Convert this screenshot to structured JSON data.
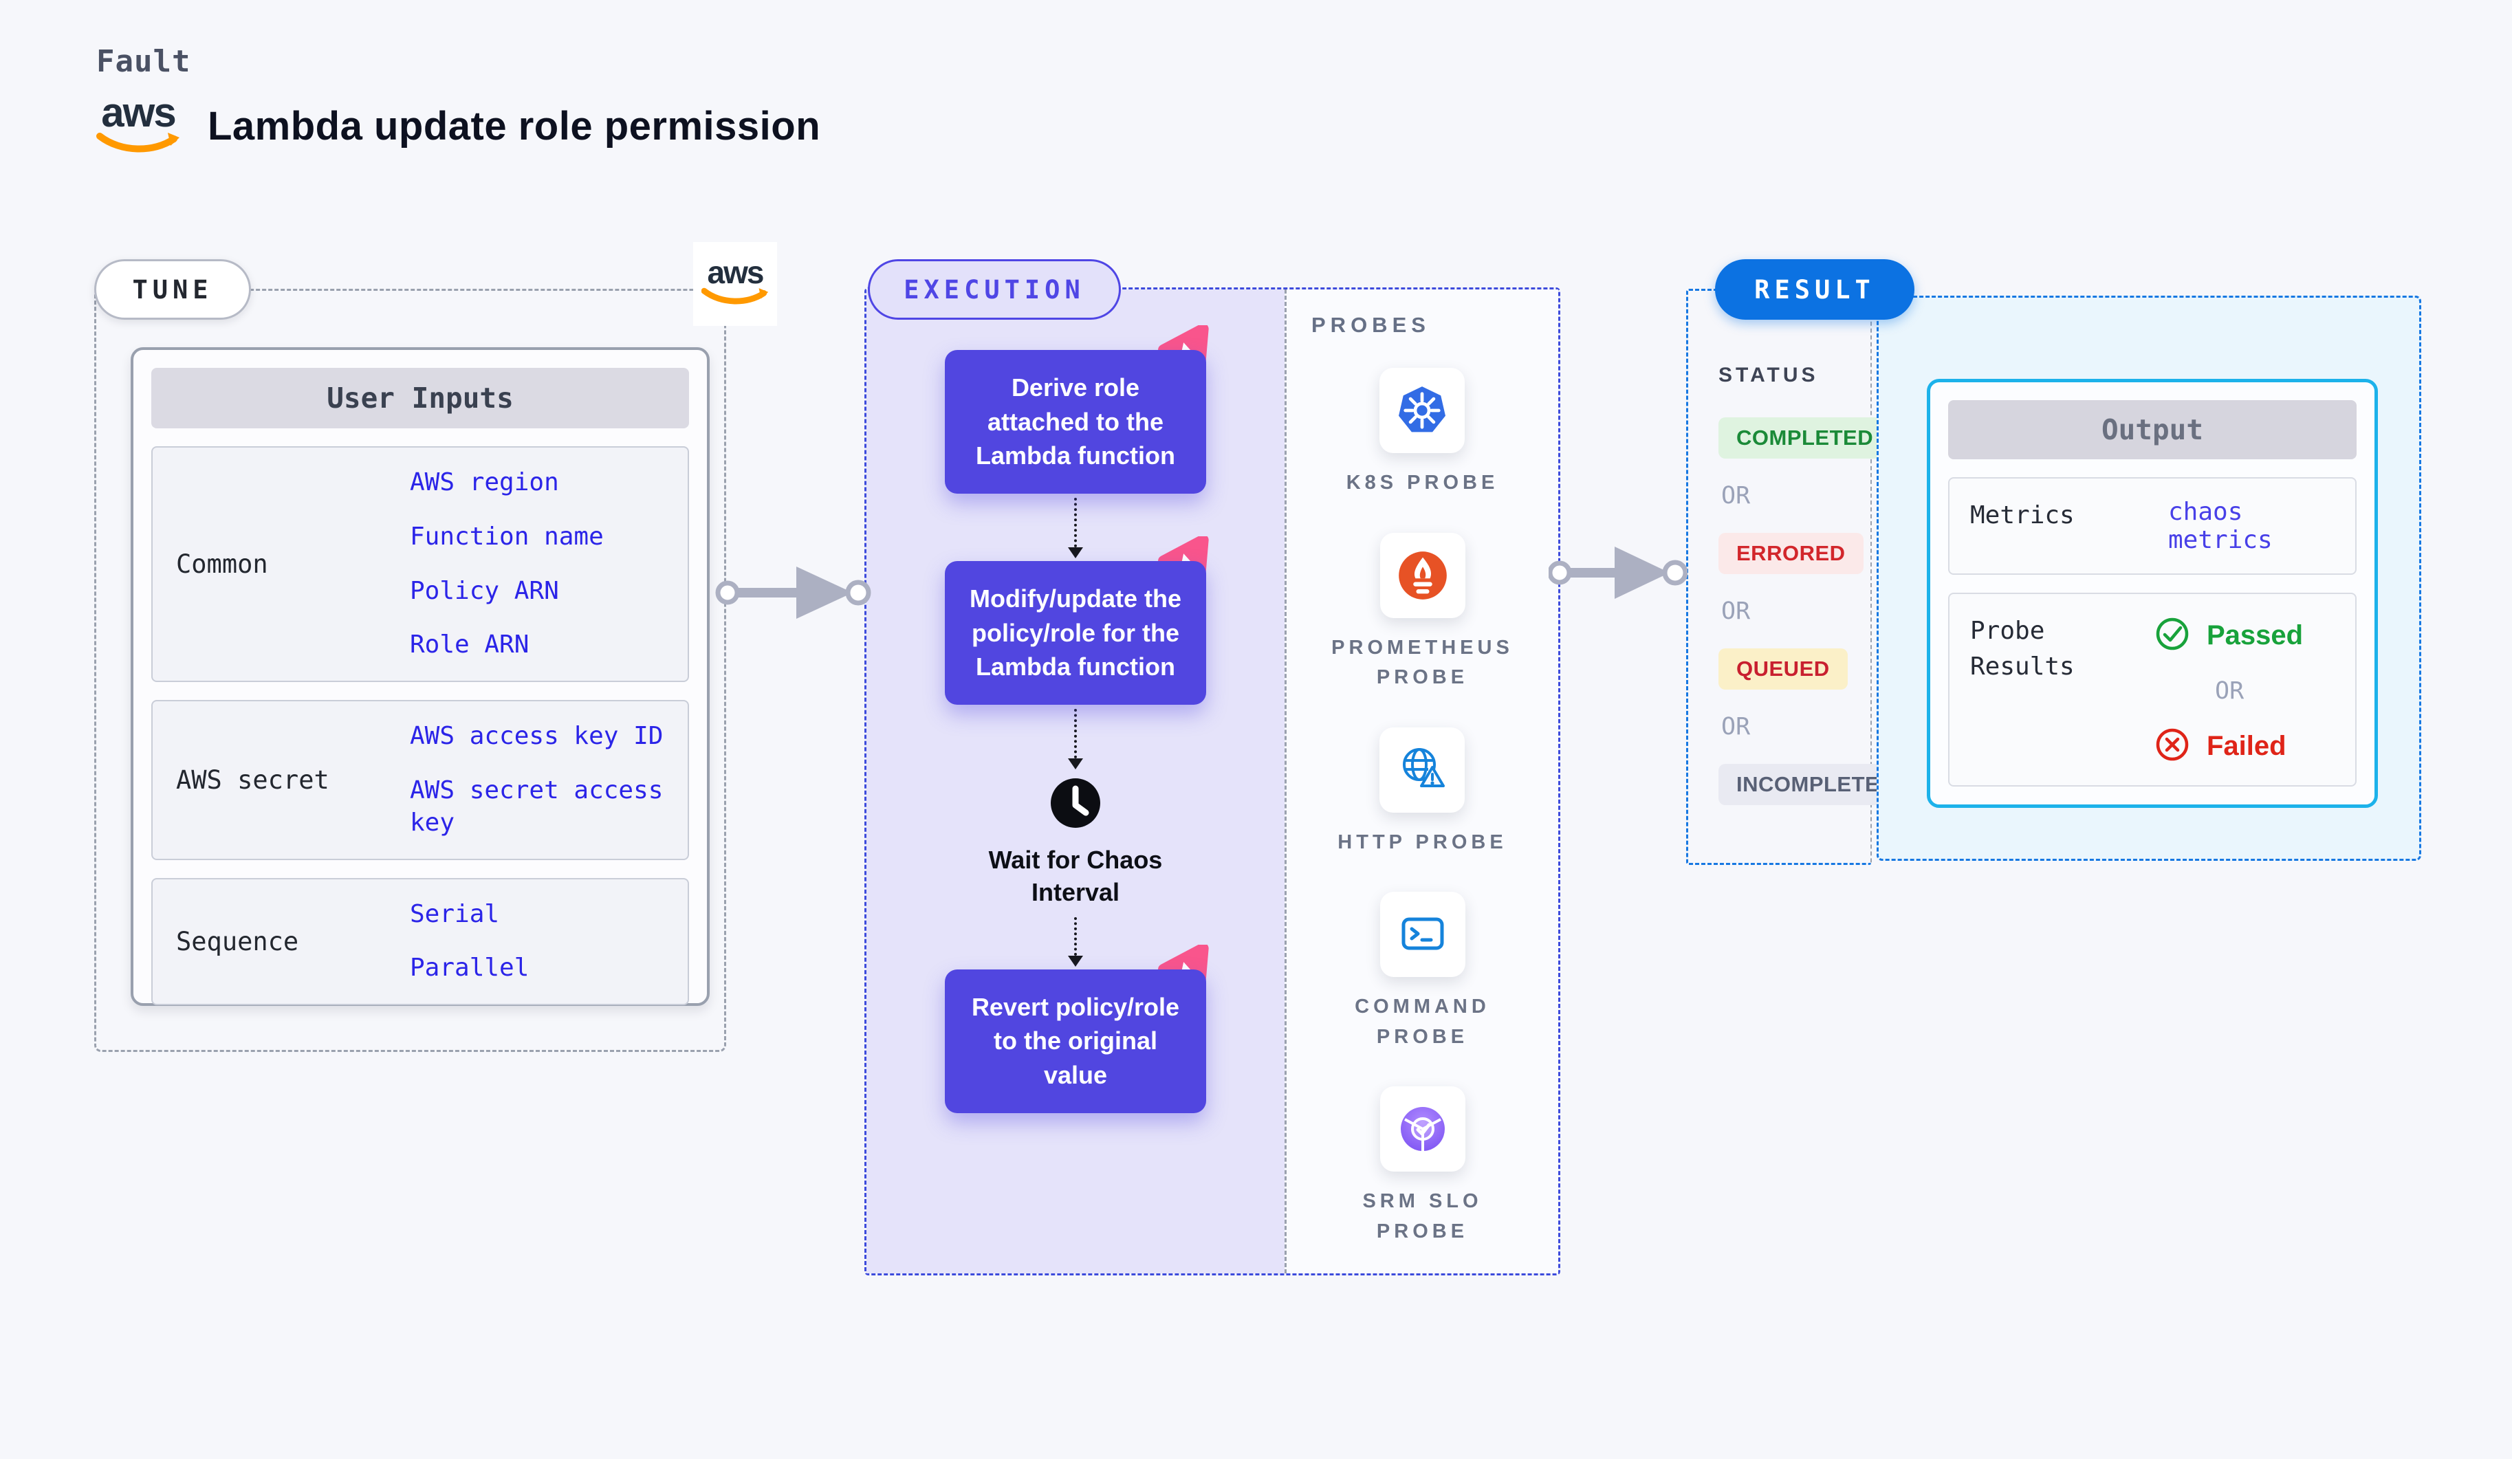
{
  "header": {
    "fault_label": "Fault",
    "title": "Lambda update role permission",
    "aws_logo_text": "aws"
  },
  "tune": {
    "pill": "TUNE",
    "aws_logo_text": "aws",
    "user_inputs": {
      "header": "User Inputs",
      "rows": [
        {
          "label": "Common",
          "values": [
            "AWS region",
            "Function name",
            "Policy ARN",
            "Role ARN"
          ]
        },
        {
          "label": "AWS secret",
          "values": [
            "AWS access key ID",
            "AWS secret access key"
          ]
        },
        {
          "label": "Sequence",
          "values": [
            "Serial",
            "Parallel"
          ]
        }
      ]
    }
  },
  "execution": {
    "pill": "EXECUTION",
    "steps": [
      "Derive role attached to the Lambda function",
      "Modify/update the policy/role for the Lambda function",
      "Revert policy/role to the original value"
    ],
    "wait_label": "Wait for Chaos Interval",
    "probes": {
      "title": "PROBES",
      "items": [
        {
          "icon": "kubernetes-icon",
          "label": "K8S PROBE"
        },
        {
          "icon": "prometheus-icon",
          "label": "PROMETHEUS PROBE"
        },
        {
          "icon": "http-globe-icon",
          "label": "HTTP PROBE"
        },
        {
          "icon": "terminal-icon",
          "label": "COMMAND PROBE"
        },
        {
          "icon": "srm-slo-icon",
          "label": "SRM SLO PROBE"
        }
      ]
    }
  },
  "result": {
    "pill": "RESULT",
    "status": {
      "title": "STATUS",
      "or_label": "OR",
      "badges": [
        {
          "label": "COMPLETED",
          "text_color": "#1B8A38",
          "bg_color": "#DFF3E0"
        },
        {
          "label": "ERRORED",
          "text_color": "#D2262B",
          "bg_color": "#FBE9E9"
        },
        {
          "label": "QUEUED",
          "text_color": "#C8202F",
          "bg_color": "#FBF0C8"
        },
        {
          "label": "INCOMPLETED",
          "text_color": "#586075",
          "bg_color": "#E9EAF2"
        }
      ]
    },
    "output": {
      "header": "Output",
      "metrics_label": "Metrics",
      "metrics_value": "chaos metrics",
      "probe_results_label": "Probe Results",
      "passed_label": "Passed",
      "or_label": "OR",
      "failed_label": "Failed"
    }
  },
  "colors": {
    "accent_indigo": "#5146E0",
    "execution_border": "#3D4BDC",
    "result_blue": "#0C72E2",
    "output_cyan_border": "#1CB2EA",
    "link_blue": "#2B24E8",
    "passed_green": "#18A23B",
    "failed_red": "#DF2418",
    "litmus_pink": "#F9558C",
    "aws_orange": "#FF9900"
  }
}
